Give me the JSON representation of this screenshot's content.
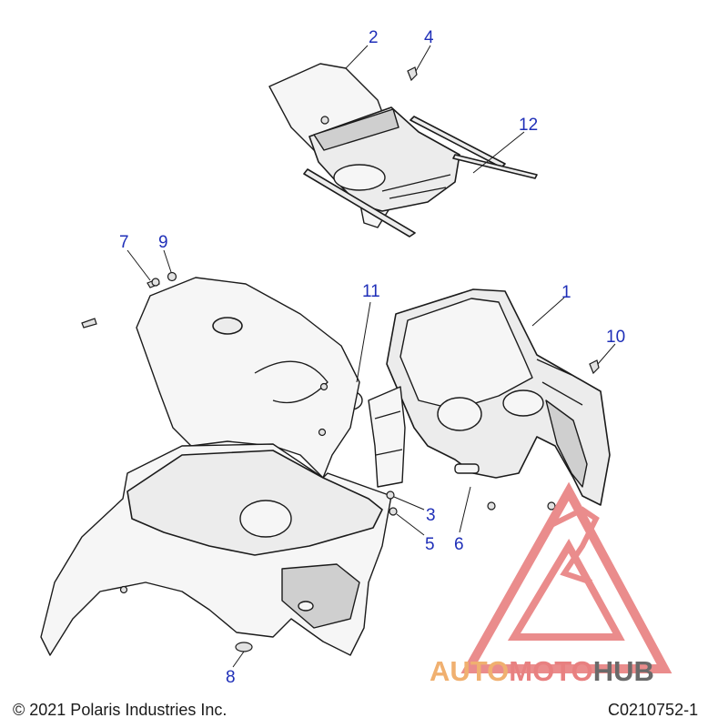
{
  "callouts": [
    {
      "id": "1",
      "label": "1"
    },
    {
      "id": "2",
      "label": "2"
    },
    {
      "id": "3",
      "label": "3"
    },
    {
      "id": "4",
      "label": "4"
    },
    {
      "id": "5",
      "label": "5"
    },
    {
      "id": "6",
      "label": "6"
    },
    {
      "id": "7",
      "label": "7"
    },
    {
      "id": "8",
      "label": "8"
    },
    {
      "id": "9",
      "label": "9"
    },
    {
      "id": "10",
      "label": "10"
    },
    {
      "id": "11",
      "label": "11"
    },
    {
      "id": "12",
      "label": "12"
    }
  ],
  "footer": {
    "copyright": "© 2021 Polaris Industries Inc.",
    "code": "C0210752-1"
  },
  "watermark": {
    "text_part1": "AUTO",
    "text_part2": "MOTO",
    "text_part3": "HUB",
    "color_primary": "#e88080",
    "color_accent": "#f0b070",
    "color_dark": "#6a6a6a"
  },
  "colors": {
    "callout": "#1f2fb8"
  }
}
